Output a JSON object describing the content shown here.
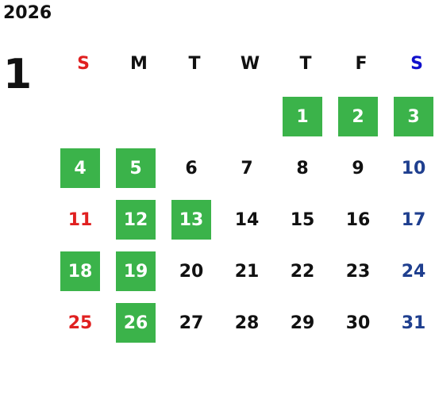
{
  "calendar": {
    "year": "2026",
    "month": "1",
    "weekdays": [
      "S",
      "M",
      "T",
      "W",
      "T",
      "F",
      "S"
    ],
    "colors": {
      "sunday_header": "#e02020",
      "saturday_header": "#1010cc",
      "sunday_date": "#e02020",
      "saturday_date": "#1f3f8f",
      "highlight_bg": "#3bb34a",
      "highlight_text": "#ffffff"
    },
    "weeks": [
      [
        {
          "day": ""
        },
        {
          "day": ""
        },
        {
          "day": ""
        },
        {
          "day": ""
        },
        {
          "day": "1",
          "highlight": true
        },
        {
          "day": "2",
          "highlight": true
        },
        {
          "day": "3",
          "highlight": true
        }
      ],
      [
        {
          "day": "4",
          "highlight": true
        },
        {
          "day": "5",
          "highlight": true
        },
        {
          "day": "6"
        },
        {
          "day": "7"
        },
        {
          "day": "8"
        },
        {
          "day": "9"
        },
        {
          "day": "10"
        }
      ],
      [
        {
          "day": "11"
        },
        {
          "day": "12",
          "highlight": true
        },
        {
          "day": "13",
          "highlight": true
        },
        {
          "day": "14"
        },
        {
          "day": "15"
        },
        {
          "day": "16"
        },
        {
          "day": "17"
        }
      ],
      [
        {
          "day": "18",
          "highlight": true
        },
        {
          "day": "19",
          "highlight": true
        },
        {
          "day": "20"
        },
        {
          "day": "21"
        },
        {
          "day": "22"
        },
        {
          "day": "23"
        },
        {
          "day": "24"
        }
      ],
      [
        {
          "day": "25"
        },
        {
          "day": "26",
          "highlight": true
        },
        {
          "day": "27"
        },
        {
          "day": "28"
        },
        {
          "day": "29"
        },
        {
          "day": "30"
        },
        {
          "day": "31"
        }
      ]
    ]
  }
}
